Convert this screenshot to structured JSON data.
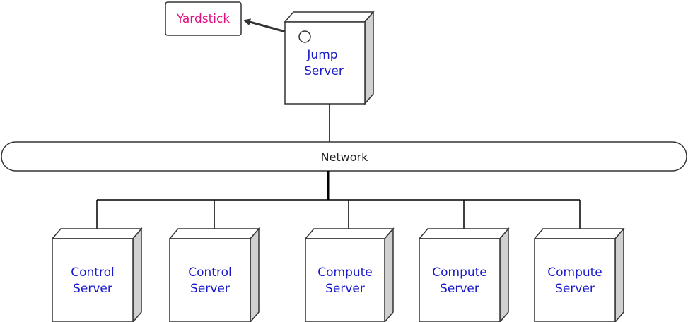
{
  "yardstick": {
    "label": "Yardstick"
  },
  "jump_server": {
    "line1": "Jump",
    "line2": "Server"
  },
  "network": {
    "label": "Network"
  },
  "servers": [
    {
      "line1": "Control",
      "line2": "Server"
    },
    {
      "line1": "Control",
      "line2": "Server"
    },
    {
      "line1": "Compute",
      "line2": "Server"
    },
    {
      "line1": "Compute",
      "line2": "Server"
    },
    {
      "line1": "Compute",
      "line2": "Server"
    }
  ],
  "colors": {
    "node_text": "#1a1acc",
    "yardstick_text": "#e0117f",
    "box_side": "#d0d0d0",
    "line": "#000000"
  }
}
